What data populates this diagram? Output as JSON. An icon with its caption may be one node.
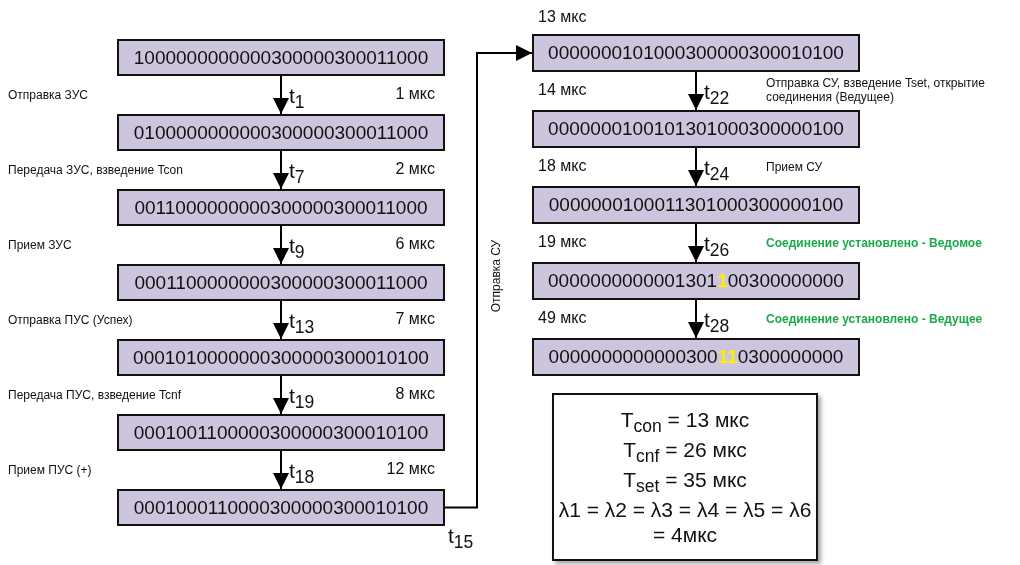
{
  "diagram": {
    "nodes": [
      {
        "text": [
          "1000000000000300000300011000"
        ]
      },
      {
        "text": [
          "0100000000000300000300011000"
        ]
      },
      {
        "text": [
          "0011000000000300000300011000"
        ]
      },
      {
        "text": [
          "0001100000000300000300011000"
        ]
      },
      {
        "text": [
          "0001010000000300000300010100"
        ]
      },
      {
        "text": [
          "0001001100000300000300010100"
        ]
      },
      {
        "text": [
          "0001000110000300000300010100"
        ]
      },
      {
        "text": [
          "0000000101000300000300010100"
        ]
      },
      {
        "text": [
          "0000000100101301000300000100"
        ]
      },
      {
        "text": [
          "0000000100011301000300000100"
        ]
      },
      {
        "text": [
          "0000000000001301**1**00300000000"
        ]
      },
      {
        "text": [
          "0000000000000300**11**0300000000"
        ]
      },
      {
        "text": [
          "T$_{con}$ = 13 мкс",
          "T$_{cnf}$ = 26 мкс",
          "T$_{set}$ = 35 мкс",
          "λ1 = λ2 = λ3 = λ4 = λ5 = λ6 = 4мкс"
        ]
      }
    ],
    "edges": [
      {
        "from": 0,
        "to": 1,
        "arrow": "to",
        "label": "t$_{1}$"
      },
      {
        "from": 1,
        "to": 2,
        "arrow": "to",
        "label": "t$_{7}$"
      },
      {
        "from": 2,
        "to": 3,
        "arrow": "to",
        "label": "t$_{9}$"
      },
      {
        "from": 3,
        "to": 4,
        "arrow": "to",
        "label": "t$_{13}$"
      },
      {
        "from": 4,
        "to": 5,
        "arrow": "to",
        "label": "t$_{19}$"
      },
      {
        "from": 5,
        "to": 6,
        "arrow": "to",
        "label": "t$_{18}$"
      },
      {
        "from": 6,
        "to": 7,
        "arrow": "to",
        "label": "Отправка СУ"
      },
      {
        "from": 7,
        "to": 8,
        "arrow": "to",
        "label": "t$_{22}$"
      },
      {
        "from": 8,
        "to": 9,
        "arrow": "to",
        "label": "t$_{24}$"
      },
      {
        "from": 9,
        "to": 10,
        "arrow": "to",
        "label": "t$_{26}$"
      },
      {
        "from": 10,
        "to": 11,
        "arrow": "to",
        "label": "t$_{28}$"
      }
    ],
    "labels": [
      "13 мкс",
      "Отправка ЗУС",
      "1 мкс",
      "14 мкс",
      "Отправка СУ, взведение Tset, открытие соединения (Ведущее)",
      "Передача ЗУС, взведение Tcon",
      "2 мкс",
      "18 мкс",
      "Прием СУ",
      "Прием ЗУС",
      "6 мкс",
      "19 мкс",
      "Соединение установлено - Ведомое",
      "Отправка ПУС (Успех)",
      "7 мкс",
      "49 мкс",
      "Соединение установлено - Ведущее",
      "Передача ПУС, взведение Tcnf",
      "8 мкс",
      "Прием ПУС (+)",
      "12 мкс",
      "t$_{15}$"
    ]
  }
}
